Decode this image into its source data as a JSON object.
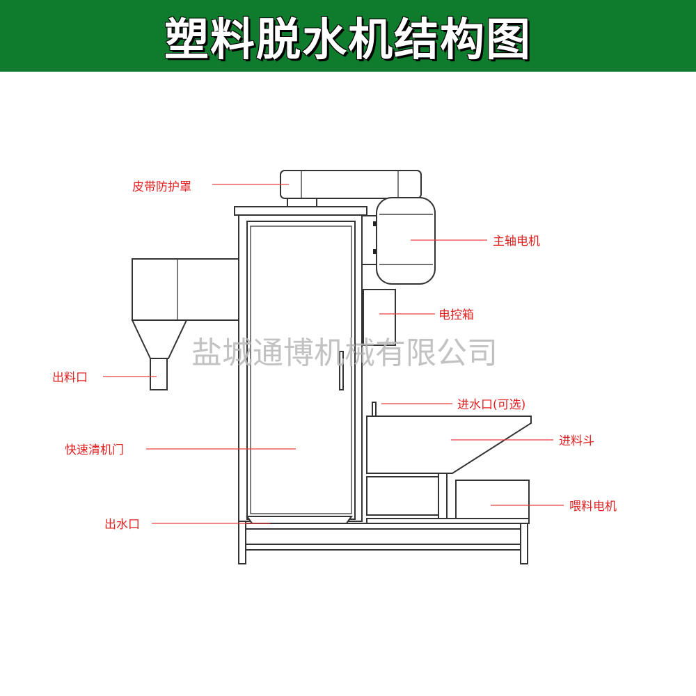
{
  "title": "塑料脱水机结构图",
  "watermark": "盐城通博机械有限公司",
  "labels": {
    "belt_guard": "皮带防护罩",
    "spindle_motor": "主轴电机",
    "control_box": "电控箱",
    "discharge_outlet": "出料口",
    "water_inlet": "进水口(可选)",
    "feed_hopper": "进料斗",
    "quick_clean_door": "快速清机门",
    "feed_motor": "喂料电机",
    "water_outlet": "出水口"
  },
  "colors": {
    "header": "#0e7c2c",
    "label": "#e02020"
  }
}
